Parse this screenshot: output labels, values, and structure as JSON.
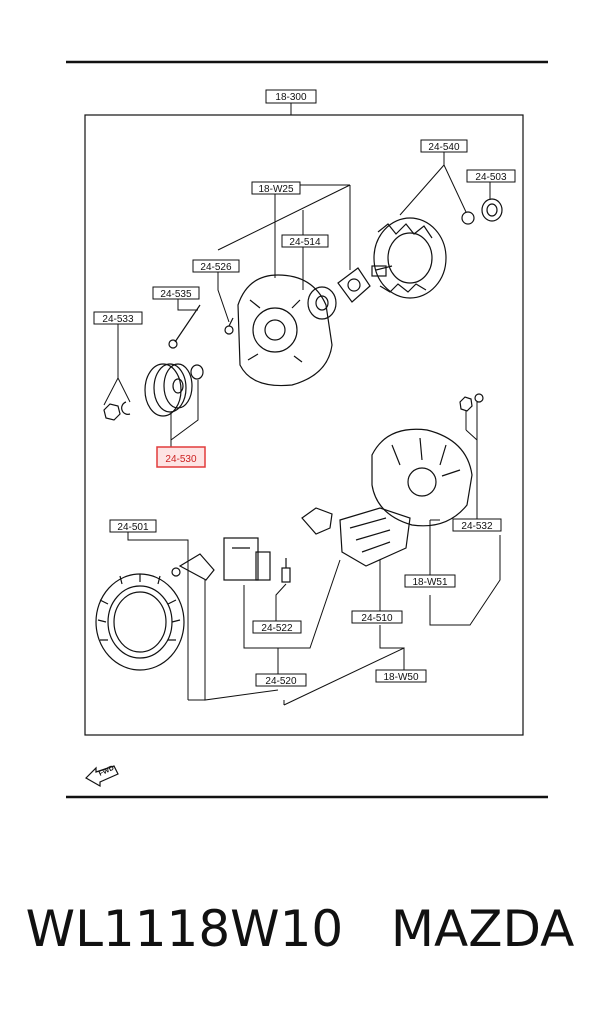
{
  "diagram": {
    "labels": {
      "l_18_300": "18-300",
      "l_24_540": "24-540",
      "l_24_503": "24-503",
      "l_18_W25": "18-W25",
      "l_24_514": "24-514",
      "l_24_526": "24-526",
      "l_24_535": "24-535",
      "l_24_533": "24-533",
      "l_24_530": "24-530",
      "l_24_532": "24-532",
      "l_24_501": "24-501",
      "l_18_W51": "18-W51",
      "l_24_510": "24-510",
      "l_24_522": "24-522",
      "l_24_520": "24-520",
      "l_18_W50": "18-W50"
    },
    "highlighted": "24-530",
    "highlight_color": "#e23b3b",
    "fwd_marker": "FWD"
  },
  "caption": {
    "part_number": "WL1118W10",
    "brand": "MAZDA"
  }
}
